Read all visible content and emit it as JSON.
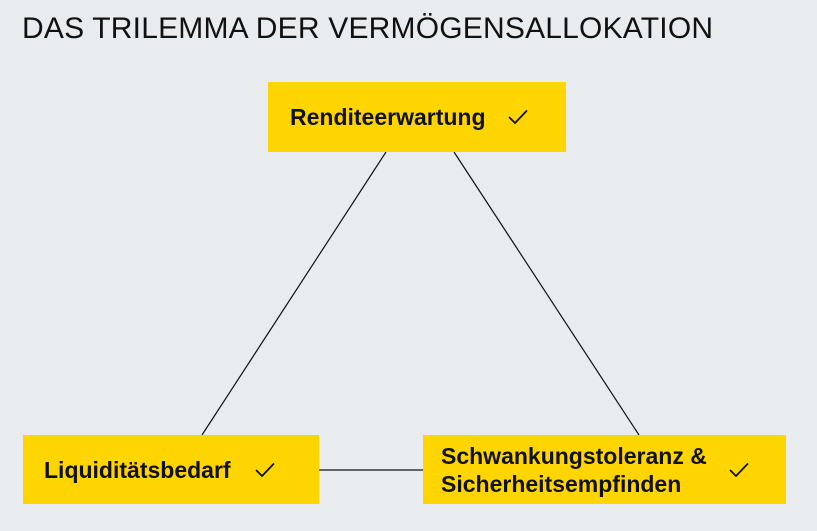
{
  "title": "DAS TRILEMMA DER VERMÖGENSALLOKATION",
  "nodes": {
    "top": {
      "label": "Renditeerwartung",
      "checked": true
    },
    "bottom_left": {
      "label": "Liquiditätsbedarf",
      "checked": true
    },
    "bottom_right": {
      "label_line1": "Schwankungstoleranz &",
      "label_line2": "Sicherheitsempfinden",
      "checked": true
    }
  },
  "colors": {
    "background": "#e9ecee",
    "box_fill": "#ffd500",
    "line": "#111111",
    "text": "#111111"
  },
  "icons": {
    "check": "check-icon"
  }
}
